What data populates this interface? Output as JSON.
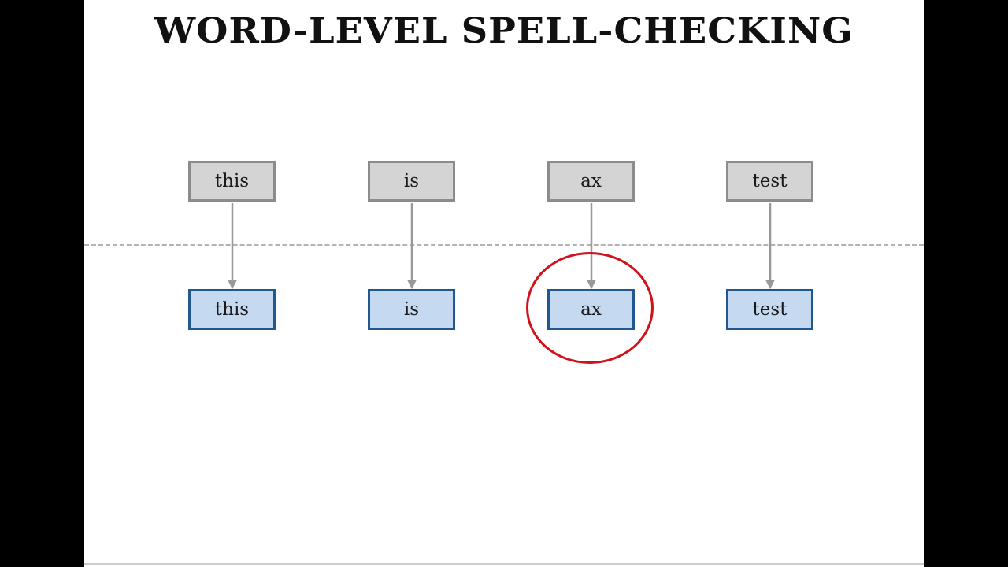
{
  "slide": {
    "title": "WORD-LEVEL SPELL-CHECKING"
  },
  "diagram": {
    "input_words": [
      "this",
      "is",
      "ax",
      "test"
    ],
    "output_words": [
      "this",
      "is",
      "ax",
      "test"
    ],
    "highlighted_index": 2
  },
  "colors": {
    "input_fill": "#d4d4d4",
    "input_border": "#8c8c8c",
    "output_fill": "#c5daf1",
    "output_border": "#22588f",
    "highlight": "#d0121b",
    "connector": "#999999",
    "divider": "#b3b3b3"
  }
}
